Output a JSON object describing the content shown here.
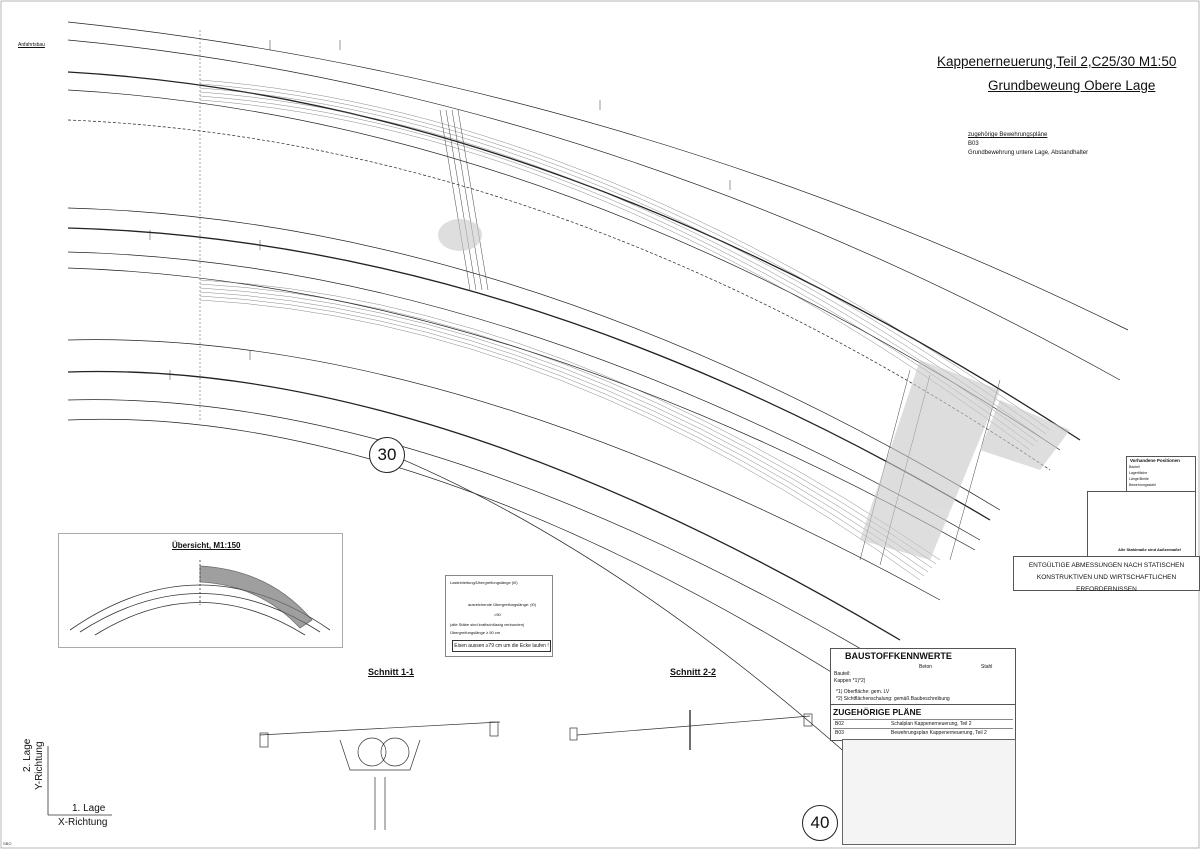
{
  "title": {
    "line1": "Kappenerneuerung,Teil 2,C25/30 M1:50",
    "line2": "Grundbeweung Obere Lage"
  },
  "related_plans_note": {
    "heading": "zugehörige Bewehrungspläne",
    "plan_no": "B03",
    "description": "Grundbewehrung untere Lage, Abstandhalter"
  },
  "start_label": "Anfahrtsbau",
  "stations": [
    "30",
    "40"
  ],
  "overview": {
    "title": "Übersicht, M1:150"
  },
  "note_box": {
    "line1": "Lasteinleitung/Übergreifungslänge (l0)",
    "line2": "ausreichende Übergreifungslänge: (l0)",
    "line3": "(alle Stäbe sind kraftschlüssig verbunden)",
    "line4": "Übergreifungslänge ≥ 50 cm",
    "dim": ">50",
    "footer": "Eisen aussen ≥79 cm um die Ecke laufen !"
  },
  "sections": [
    {
      "title": "Schnitt 1-1"
    },
    {
      "title": "Schnitt 2-2"
    }
  ],
  "axes": {
    "layer2": "2. Lage",
    "y_dir": "Y-Richtung",
    "layer1": "1. Lage",
    "x_dir": "X-Richtung"
  },
  "baustoff": {
    "title": "BAUSTOFFKENNWERTE",
    "group_beton": "Beton",
    "group_stahl": "Stahl",
    "row_label": "Bauteil:",
    "component": "Kappen *1)*2)",
    "footnote1": "*1) Oberfläche: gem. LV",
    "footnote2": "*2) Sichtflächenschalung: gemäß Baubeschreibung"
  },
  "zugehoerige_plaene": {
    "title": "ZUGEHÖRIGE PLÄNE",
    "rows": [
      {
        "no": "B02",
        "name": "Schalplan Kappenerneuerung, Teil 2"
      },
      {
        "no": "B03",
        "name": "Bewehrungsplan Kappenerneuerung, Teil 2"
      }
    ]
  },
  "vorhandene_positionen": {
    "title": "Vorhandene Positionen",
    "rows": [
      "Bauteil",
      "Lagerfläche",
      "Länge/Breite",
      "Bewehrungsstahl"
    ]
  },
  "warning": {
    "line1": "ENTGÜLTIGE ABMESSUNGEN NACH STATISCHEN",
    "line2": "KONSTRUKTIVEN UND WIRTSCHAFTLICHEN ERFORDERNISSEN"
  },
  "sketch_note": "Alle Stahlmaße sind Außenmaße!",
  "sheet_id": "SBO",
  "colors": {
    "line": "#222222",
    "hatch": "#555555",
    "shade": "#c8c8c8"
  }
}
